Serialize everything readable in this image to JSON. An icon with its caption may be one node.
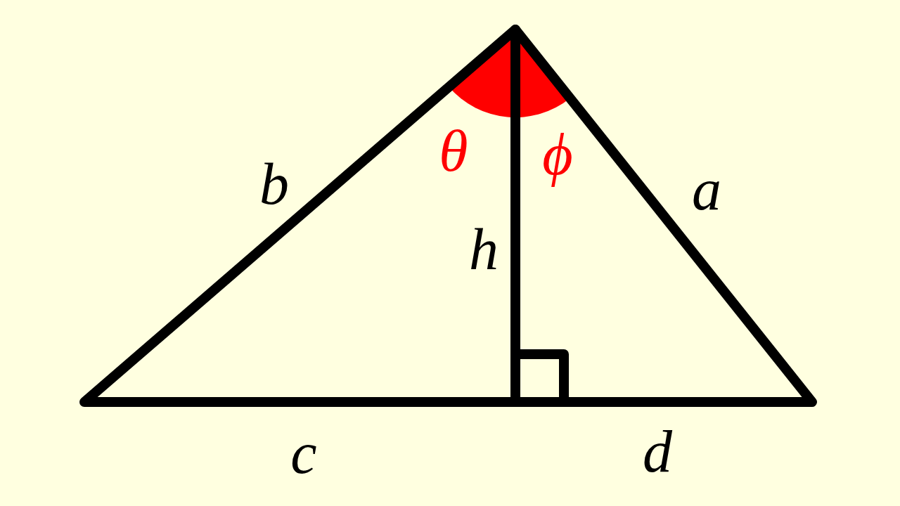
{
  "diagram": {
    "labels": [
      "θ",
      "ϕ",
      "b",
      "a",
      "h",
      "c",
      "d"
    ]
  }
}
